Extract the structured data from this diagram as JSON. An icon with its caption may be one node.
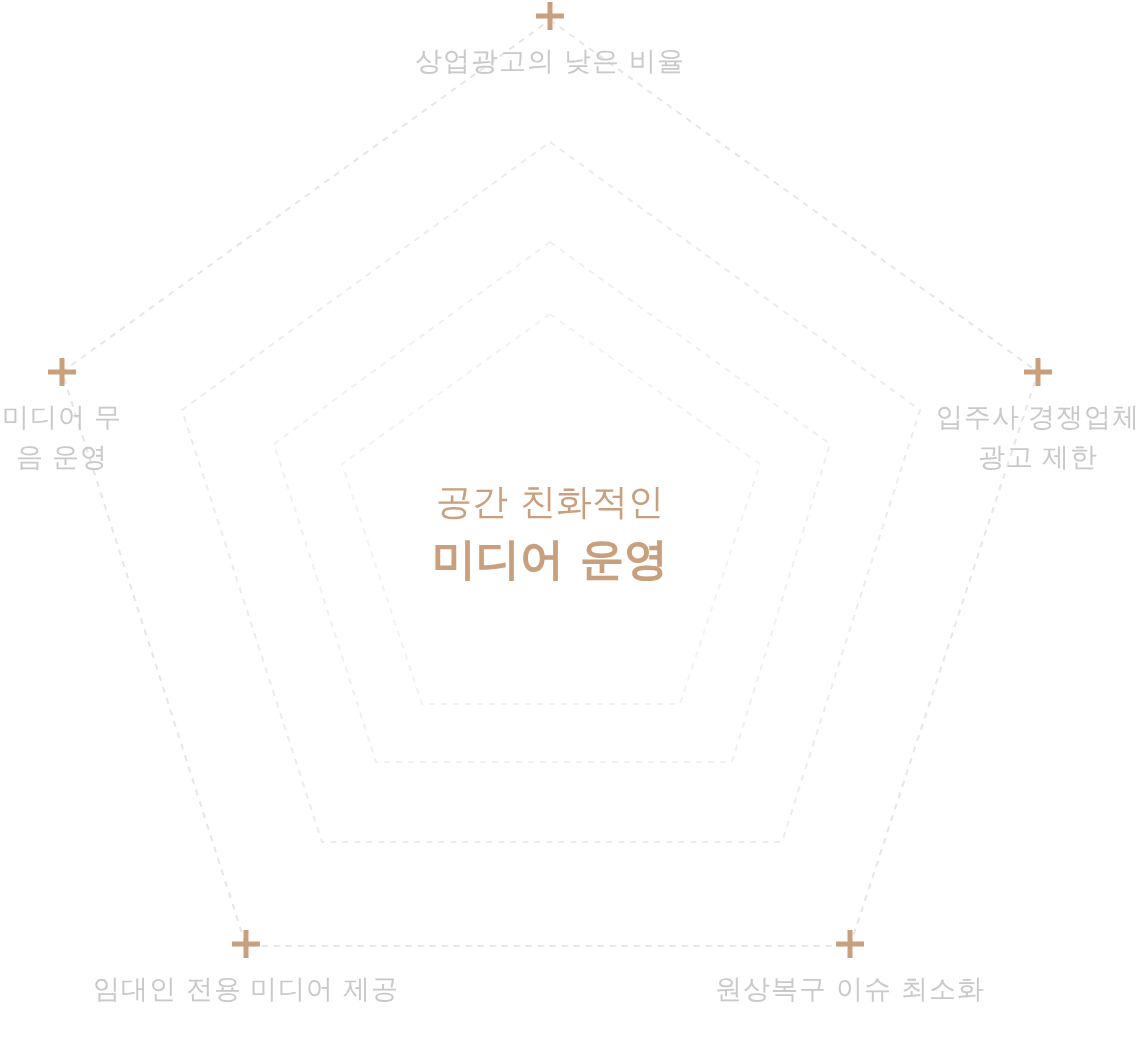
{
  "diagram": {
    "labels": [
      "상업광고의 낮은 비율",
      "미디어 무음 운영",
      "입주사 경쟁업체 광고 제한",
      "공간 친화적인",
      "미디어 운영",
      "임대인 전용 미디어 제공",
      "원상복구 이슈 최소화"
    ]
  }
}
